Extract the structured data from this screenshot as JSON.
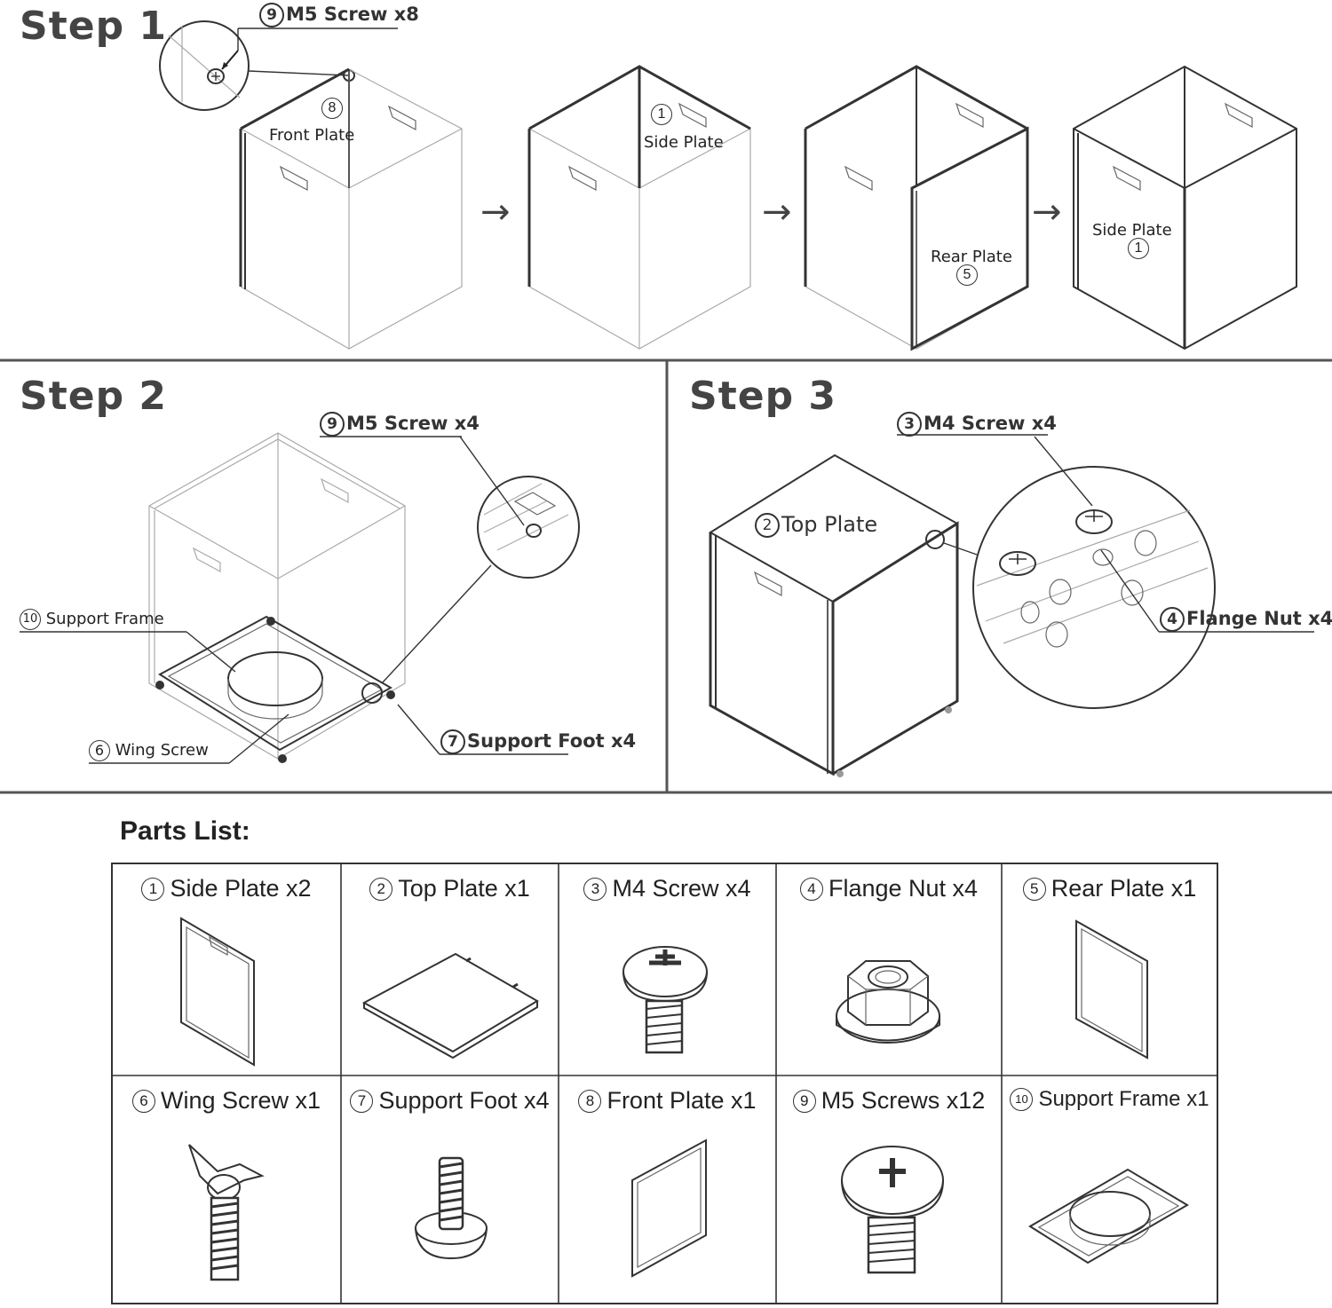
{
  "steps": {
    "step1": {
      "title": "Step 1",
      "screw_num": "9",
      "screw_callout": "M5 Screw x8",
      "front_plate_num": "8",
      "front_plate_label": "Front Plate",
      "side_plate_num_a": "1",
      "side_plate_label_a": "Side Plate",
      "rear_plate_label": "Rear Plate",
      "rear_plate_num": "5",
      "side_plate_label_b": "Side Plate",
      "side_plate_num_b": "1",
      "arrow": "→"
    },
    "step2": {
      "title": "Step 2",
      "screw_num": "9",
      "screw_callout": "M5 Screw x4",
      "frame_num": "10",
      "frame_label": "Support Frame",
      "wing_num": "6",
      "wing_label": "Wing Screw",
      "foot_num": "7",
      "foot_callout": "Support Foot x4"
    },
    "step3": {
      "title": "Step 3",
      "screw_num": "3",
      "screw_callout": "M4 Screw x4",
      "top_num": "2",
      "top_label": "Top Plate",
      "nut_num": "4",
      "nut_callout": "Flange Nut x4"
    }
  },
  "parts_list": {
    "title": "Parts  List:",
    "items": [
      {
        "num": "1",
        "label": "Side Plate x2",
        "icon": "side-plate-icon"
      },
      {
        "num": "2",
        "label": "Top Plate x1",
        "icon": "top-plate-icon"
      },
      {
        "num": "3",
        "label": "M4 Screw x4",
        "icon": "m4-screw-icon"
      },
      {
        "num": "4",
        "label": "Flange Nut x4",
        "icon": "flange-nut-icon"
      },
      {
        "num": "5",
        "label": "Rear Plate x1",
        "icon": "rear-plate-icon"
      },
      {
        "num": "6",
        "label": "Wing Screw x1",
        "icon": "wing-screw-icon"
      },
      {
        "num": "7",
        "label": "Support Foot x4",
        "icon": "support-foot-icon"
      },
      {
        "num": "8",
        "label": "Front Plate x1",
        "icon": "front-plate-icon"
      },
      {
        "num": "9",
        "label": "M5 Screws x12",
        "icon": "m5-screw-icon"
      },
      {
        "num": "10",
        "label": "Support Frame x1",
        "icon": "support-frame-icon"
      }
    ]
  }
}
